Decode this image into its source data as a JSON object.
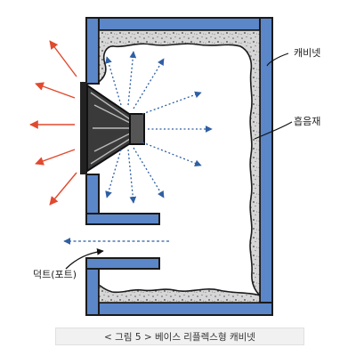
{
  "labels": {
    "cabinet": "캐비넷",
    "absorbent": "흡음재",
    "duct": "덕트(포트)"
  },
  "caption": "< 그림 5 > 베이스 리플렉스형 캐비넷",
  "colors": {
    "cabinet_wall": "#5b86c8",
    "wall_outline": "#1a1a1a",
    "absorbent_fill": "#cfcfcf",
    "front_radiation": "#e04a2e",
    "internal_radiation": "#2f5fa3",
    "duct_flow": "#2f5fa3",
    "speaker": "#222222",
    "caption_background": "#f1f1f1"
  },
  "icons": {
    "speaker": "speaker-driver-icon"
  }
}
